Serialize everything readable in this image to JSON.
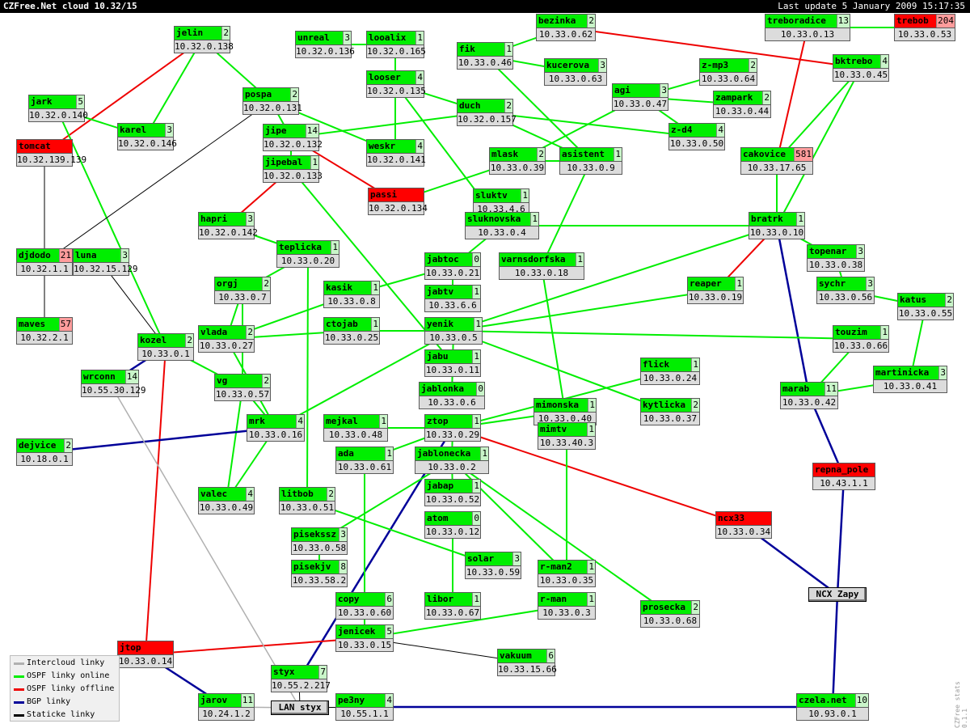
{
  "title": "CZFree.Net cloud 10.32/15",
  "last_update": "Last update 5 January 2009 15:17:35",
  "watermark": "CZFree stats 0.1.1",
  "colors": {
    "ospf_online": "#00ee00",
    "ospf_offline": "#ee0000",
    "bgp": "#000099",
    "intercloud": "#b0b0b0",
    "static": "#000000"
  },
  "legend": [
    {
      "label": "Intercloud linky",
      "type": "intercloud"
    },
    {
      "label": "OSPF linky online",
      "type": "ospf_online"
    },
    {
      "label": "OSPF linky offline",
      "type": "ospf_offline"
    },
    {
      "label": "BGP linky",
      "type": "bgp"
    },
    {
      "label": "Staticke linky",
      "type": "static"
    }
  ],
  "nodes": [
    {
      "id": "jelin",
      "name": "jelin",
      "count": "2",
      "ip": "10.32.0.138"
    },
    {
      "id": "unreal",
      "name": "unreal",
      "count": "3",
      "ip": "10.32.0.136"
    },
    {
      "id": "looalix",
      "name": "looalix",
      "count": "1",
      "ip": "10.32.0.165"
    },
    {
      "id": "fik",
      "name": "fik",
      "count": "1",
      "ip": "10.33.0.46"
    },
    {
      "id": "bezinka",
      "name": "bezinka",
      "count": "2",
      "ip": "10.33.0.62"
    },
    {
      "id": "treboradice",
      "name": "treboradice",
      "count": "13",
      "ip": "10.33.0.13"
    },
    {
      "id": "trebob",
      "name": "trebob",
      "count": "204",
      "ip": "10.33.0.53",
      "status": "offline"
    },
    {
      "id": "kucerova",
      "name": "kucerova",
      "count": "3",
      "ip": "10.33.0.63"
    },
    {
      "id": "zmp3",
      "name": "z-mp3",
      "count": "2",
      "ip": "10.33.0.64"
    },
    {
      "id": "bktrebo",
      "name": "bktrebo",
      "count": "4",
      "ip": "10.33.0.45"
    },
    {
      "id": "looser",
      "name": "looser",
      "count": "4",
      "ip": "10.32.0.135"
    },
    {
      "id": "jark",
      "name": "jark",
      "count": "5",
      "ip": "10.32.0.140"
    },
    {
      "id": "pospa",
      "name": "pospa",
      "count": "2",
      "ip": "10.32.0.131"
    },
    {
      "id": "agi",
      "name": "agi",
      "count": "3",
      "ip": "10.33.0.47"
    },
    {
      "id": "zampark",
      "name": "zampark",
      "count": "2",
      "ip": "10.33.0.44"
    },
    {
      "id": "duch",
      "name": "duch",
      "count": "2",
      "ip": "10.32.0.157"
    },
    {
      "id": "karel",
      "name": "karel",
      "count": "3",
      "ip": "10.32.0.146"
    },
    {
      "id": "jipe",
      "name": "jipe",
      "count": "14",
      "ip": "10.32.0.132"
    },
    {
      "id": "zd4",
      "name": "z-d4",
      "count": "4",
      "ip": "10.33.0.50"
    },
    {
      "id": "tomcat",
      "name": "tomcat",
      "count": "",
      "ip": "10.32.139.139",
      "status": "offline"
    },
    {
      "id": "weskr",
      "name": "weskr",
      "count": "4",
      "ip": "10.32.0.141"
    },
    {
      "id": "mlask",
      "name": "mlask",
      "count": "2",
      "ip": "10.33.0.39"
    },
    {
      "id": "asistent",
      "name": "asistent",
      "count": "1",
      "ip": "10.33.0.9"
    },
    {
      "id": "cakovice",
      "name": "cakovice",
      "count": "581",
      "ip": "10.33.17.65",
      "status": "offline-count"
    },
    {
      "id": "jipebal",
      "name": "jipebal",
      "count": "1",
      "ip": "10.32.0.133"
    },
    {
      "id": "passi",
      "name": "passi",
      "count": "",
      "ip": "10.32.0.134",
      "status": "offline"
    },
    {
      "id": "sluktv",
      "name": "sluktv",
      "count": "1",
      "ip": "10.33.4.6"
    },
    {
      "id": "hapri",
      "name": "hapri",
      "count": "3",
      "ip": "10.32.0.142"
    },
    {
      "id": "sluknovska",
      "name": "sluknovska",
      "count": "1",
      "ip": "10.33.0.4"
    },
    {
      "id": "bratrk",
      "name": "bratrk",
      "count": "1",
      "ip": "10.33.0.10"
    },
    {
      "id": "teplicka",
      "name": "teplicka",
      "count": "1",
      "ip": "10.33.0.20"
    },
    {
      "id": "djdodo",
      "name": "djdodo",
      "count": "21",
      "ip": "10.32.1.1",
      "status": "offline-count"
    },
    {
      "id": "luna",
      "name": "luna",
      "count": "3",
      "ip": "10.32.15.129"
    },
    {
      "id": "jabtoc",
      "name": "jabtoc",
      "count": "0",
      "ip": "10.33.0.21"
    },
    {
      "id": "varnsdorfska",
      "name": "varnsdorfska",
      "count": "1",
      "ip": "10.33.0.18"
    },
    {
      "id": "topenar",
      "name": "topenar",
      "count": "3",
      "ip": "10.33.0.38"
    },
    {
      "id": "orgj",
      "name": "orgj",
      "count": "2",
      "ip": "10.33.0.7"
    },
    {
      "id": "kasik",
      "name": "kasik",
      "count": "1",
      "ip": "10.33.0.8"
    },
    {
      "id": "reaper",
      "name": "reaper",
      "count": "1",
      "ip": "10.33.0.19"
    },
    {
      "id": "sychr",
      "name": "sychr",
      "count": "3",
      "ip": "10.33.0.56"
    },
    {
      "id": "jabtv",
      "name": "jabtv",
      "count": "1",
      "ip": "10.33.6.6"
    },
    {
      "id": "katus",
      "name": "katus",
      "count": "2",
      "ip": "10.33.0.55"
    },
    {
      "id": "maves",
      "name": "maves",
      "count": "57",
      "ip": "10.32.2.1",
      "status": "offline-count"
    },
    {
      "id": "ctojab",
      "name": "ctojab",
      "count": "1",
      "ip": "10.33.0.25"
    },
    {
      "id": "yenik",
      "name": "yenik",
      "count": "1",
      "ip": "10.33.0.5"
    },
    {
      "id": "vlada",
      "name": "vlada",
      "count": "2",
      "ip": "10.33.0.27"
    },
    {
      "id": "touzim",
      "name": "touzim",
      "count": "1",
      "ip": "10.33.0.66"
    },
    {
      "id": "kozel",
      "name": "kozel",
      "count": "2",
      "ip": "10.33.0.1"
    },
    {
      "id": "jabu",
      "name": "jabu",
      "count": "1",
      "ip": "10.33.0.11"
    },
    {
      "id": "flick",
      "name": "flick",
      "count": "1",
      "ip": "10.33.0.24"
    },
    {
      "id": "martinicka",
      "name": "martinicka",
      "count": "3",
      "ip": "10.33.0.41"
    },
    {
      "id": "wrconn",
      "name": "wrconn",
      "count": "14",
      "ip": "10.55.30.129"
    },
    {
      "id": "vg",
      "name": "vg",
      "count": "2",
      "ip": "10.33.0.57"
    },
    {
      "id": "marab",
      "name": "marab",
      "count": "11",
      "ip": "10.33.0.42"
    },
    {
      "id": "jablonka",
      "name": "jablonka",
      "count": "0",
      "ip": "10.33.0.6"
    },
    {
      "id": "kytlicka",
      "name": "kytlicka",
      "count": "2",
      "ip": "10.33.0.37"
    },
    {
      "id": "mimonska",
      "name": "mimonska",
      "count": "1",
      "ip": "10.33.0.40"
    },
    {
      "id": "mrk",
      "name": "mrk",
      "count": "4",
      "ip": "10.33.0.16"
    },
    {
      "id": "mejkal",
      "name": "mejkal",
      "count": "1",
      "ip": "10.33.0.48"
    },
    {
      "id": "ztop",
      "name": "ztop",
      "count": "1",
      "ip": "10.33.0.29"
    },
    {
      "id": "mimtv",
      "name": "mimtv",
      "count": "1",
      "ip": "10.33.40.3"
    },
    {
      "id": "dejvice",
      "name": "dejvice",
      "count": "2",
      "ip": "10.18.0.1"
    },
    {
      "id": "ada",
      "name": "ada",
      "count": "1",
      "ip": "10.33.0.61"
    },
    {
      "id": "jablonecka",
      "name": "jablonecka",
      "count": "1",
      "ip": "10.33.0.2"
    },
    {
      "id": "repnapole",
      "name": "repna_pole",
      "count": "",
      "ip": "10.43.1.1",
      "status": "offline"
    },
    {
      "id": "valec",
      "name": "valec",
      "count": "4",
      "ip": "10.33.0.49"
    },
    {
      "id": "litbob",
      "name": "litbob",
      "count": "2",
      "ip": "10.33.0.51"
    },
    {
      "id": "jabap",
      "name": "jabap",
      "count": "1",
      "ip": "10.33.0.52"
    },
    {
      "id": "ncx33",
      "name": "ncx33",
      "count": "",
      "ip": "10.33.0.34",
      "status": "offline"
    },
    {
      "id": "atom",
      "name": "atom",
      "count": "0",
      "ip": "10.33.0.12"
    },
    {
      "id": "pisekssz",
      "name": "pisekssz",
      "count": "3",
      "ip": "10.33.0.58"
    },
    {
      "id": "solar",
      "name": "solar",
      "count": "3",
      "ip": "10.33.0.59"
    },
    {
      "id": "pisekjv",
      "name": "pisekjv",
      "count": "8",
      "ip": "10.33.58.2"
    },
    {
      "id": "rman2",
      "name": "r-man2",
      "count": "1",
      "ip": "10.33.0.35"
    },
    {
      "id": "copy",
      "name": "copy",
      "count": "6",
      "ip": "10.33.0.60"
    },
    {
      "id": "libor",
      "name": "libor",
      "count": "1",
      "ip": "10.33.0.67"
    },
    {
      "id": "rman",
      "name": "r-man",
      "count": "1",
      "ip": "10.33.0.3"
    },
    {
      "id": "prosecka",
      "name": "prosecka",
      "count": "2",
      "ip": "10.33.0.68"
    },
    {
      "id": "jenicek",
      "name": "jenicek",
      "count": "5",
      "ip": "10.33.0.15"
    },
    {
      "id": "jtop",
      "name": "jtop",
      "count": "",
      "ip": "10.33.0.14",
      "status": "offline"
    },
    {
      "id": "vakuum",
      "name": "vakuum",
      "count": "6",
      "ip": "10.33.15.66"
    },
    {
      "id": "styx",
      "name": "styx",
      "count": "7",
      "ip": "10.55.2.217"
    },
    {
      "id": "jarov",
      "name": "jarov",
      "count": "11",
      "ip": "10.24.1.2"
    },
    {
      "id": "pe3ny",
      "name": "pe3ny",
      "count": "4",
      "ip": "10.55.1.1"
    },
    {
      "id": "czelanet",
      "name": "czela.net",
      "count": "10",
      "ip": "10.93.0.1"
    }
  ],
  "boxes": [
    {
      "id": "ncxzapy",
      "label": "NCX Zapy"
    },
    {
      "id": "lanstyx",
      "label": "LAN styx"
    }
  ],
  "edges": [
    {
      "from": "jelin",
      "to": "pospa",
      "type": "ospf_online"
    },
    {
      "from": "jelin",
      "to": "karel",
      "type": "ospf_online"
    },
    {
      "from": "jelin",
      "to": "tomcat",
      "type": "ospf_offline"
    },
    {
      "from": "jark",
      "to": "karel",
      "type": "ospf_online"
    },
    {
      "from": "jark",
      "to": "kozel",
      "type": "ospf_online"
    },
    {
      "from": "pospa",
      "to": "jipe",
      "type": "ospf_online"
    },
    {
      "from": "pospa",
      "to": "weskr",
      "type": "ospf_online"
    },
    {
      "from": "pospa",
      "to": "djdodo",
      "type": "static"
    },
    {
      "from": "unreal",
      "to": "looalix",
      "type": "ospf_online"
    },
    {
      "from": "looalix",
      "to": "looser",
      "type": "ospf_online"
    },
    {
      "from": "looser",
      "to": "weskr",
      "type": "ospf_online"
    },
    {
      "from": "looser",
      "to": "duch",
      "type": "ospf_online"
    },
    {
      "from": "looser",
      "to": "sluknovska",
      "type": "ospf_online"
    },
    {
      "from": "jipe",
      "to": "duch",
      "type": "ospf_online"
    },
    {
      "from": "jipe",
      "to": "jipebal",
      "type": "ospf_online"
    },
    {
      "from": "jipe",
      "to": "passi",
      "type": "ospf_offline"
    },
    {
      "from": "duch",
      "to": "zd4",
      "type": "ospf_online"
    },
    {
      "from": "duch",
      "to": "asistent",
      "type": "ospf_online"
    },
    {
      "from": "fik",
      "to": "bezinka",
      "type": "ospf_online"
    },
    {
      "from": "fik",
      "to": "kucerova",
      "type": "ospf_online"
    },
    {
      "from": "fik",
      "to": "asistent",
      "type": "ospf_online"
    },
    {
      "from": "bezinka",
      "to": "bktrebo",
      "type": "ospf_offline"
    },
    {
      "from": "treboradice",
      "to": "trebob",
      "type": "ospf_online"
    },
    {
      "from": "treboradice",
      "to": "cakovice",
      "type": "ospf_offline"
    },
    {
      "from": "bktrebo",
      "to": "cakovice",
      "type": "ospf_online"
    },
    {
      "from": "bktrebo",
      "to": "bratrk",
      "type": "ospf_online"
    },
    {
      "from": "agi",
      "to": "zmp3",
      "type": "ospf_online"
    },
    {
      "from": "agi",
      "to": "zampark",
      "type": "ospf_online"
    },
    {
      "from": "agi",
      "to": "zd4",
      "type": "ospf_online"
    },
    {
      "from": "agi",
      "to": "mlask",
      "type": "ospf_online"
    },
    {
      "from": "mlask",
      "to": "passi",
      "type": "ospf_online"
    },
    {
      "from": "mlask",
      "to": "asistent",
      "type": "ospf_online"
    },
    {
      "from": "asistent",
      "to": "varnsdorfska",
      "type": "ospf_online"
    },
    {
      "from": "cakovice",
      "to": "bratrk",
      "type": "ospf_online"
    },
    {
      "from": "jipebal",
      "to": "hapri",
      "type": "ospf_offline"
    },
    {
      "from": "jipebal",
      "to": "jabu",
      "type": "ospf_online"
    },
    {
      "from": "sluktv",
      "to": "sluknovska",
      "type": "ospf_online"
    },
    {
      "from": "sluknovska",
      "to": "bratrk",
      "type": "ospf_online"
    },
    {
      "from": "sluknovska",
      "to": "jabtoc",
      "type": "ospf_online"
    },
    {
      "from": "bratrk",
      "to": "topenar",
      "type": "ospf_online"
    },
    {
      "from": "bratrk",
      "to": "reaper",
      "type": "ospf_offline"
    },
    {
      "from": "bratrk",
      "to": "yenik",
      "type": "ospf_online"
    },
    {
      "from": "bratrk",
      "to": "marab",
      "type": "bgp"
    },
    {
      "from": "teplicka",
      "to": "hapri",
      "type": "ospf_online"
    },
    {
      "from": "teplicka",
      "to": "orgj",
      "type": "ospf_online"
    },
    {
      "from": "teplicka",
      "to": "litbob",
      "type": "ospf_online"
    },
    {
      "from": "luna",
      "to": "kozel",
      "type": "static"
    },
    {
      "from": "djdodo",
      "to": "maves",
      "type": "static"
    },
    {
      "from": "tomcat",
      "to": "djdodo",
      "type": "static"
    },
    {
      "from": "jabtoc",
      "to": "kasik",
      "type": "ospf_online"
    },
    {
      "from": "jabtoc",
      "to": "jabtv",
      "type": "ospf_online"
    },
    {
      "from": "varnsdorfska",
      "to": "mimonska",
      "type": "ospf_online"
    },
    {
      "from": "topenar",
      "to": "sychr",
      "type": "ospf_online"
    },
    {
      "from": "sychr",
      "to": "katus",
      "type": "ospf_online"
    },
    {
      "from": "katus",
      "to": "martinicka",
      "type": "ospf_online"
    },
    {
      "from": "reaper",
      "to": "yenik",
      "type": "ospf_online"
    },
    {
      "from": "orgj",
      "to": "vlada",
      "type": "ospf_online"
    },
    {
      "from": "orgj",
      "to": "vg",
      "type": "ospf_online"
    },
    {
      "from": "kasik",
      "to": "vlada",
      "type": "ospf_online"
    },
    {
      "from": "ctojab",
      "to": "vlada",
      "type": "ospf_online"
    },
    {
      "from": "ctojab",
      "to": "yenik",
      "type": "ospf_online"
    },
    {
      "from": "yenik",
      "to": "touzim",
      "type": "ospf_online"
    },
    {
      "from": "yenik",
      "to": "kytlicka",
      "type": "ospf_online"
    },
    {
      "from": "yenik",
      "to": "mrk",
      "type": "ospf_online"
    },
    {
      "from": "yenik",
      "to": "jablonka",
      "type": "ospf_online"
    },
    {
      "from": "touzim",
      "to": "marab",
      "type": "ospf_online"
    },
    {
      "from": "marab",
      "to": "martinicka",
      "type": "ospf_online"
    },
    {
      "from": "marab",
      "to": "repnapole",
      "type": "bgp"
    },
    {
      "from": "kozel",
      "to": "vg",
      "type": "ospf_online"
    },
    {
      "from": "kozel",
      "to": "wrconn",
      "type": "bgp"
    },
    {
      "from": "kozel",
      "to": "jtop",
      "type": "ospf_offline"
    },
    {
      "from": "vlada",
      "to": "mrk",
      "type": "ospf_online"
    },
    {
      "from": "vg",
      "to": "mrk",
      "type": "ospf_online"
    },
    {
      "from": "vg",
      "to": "valec",
      "type": "ospf_online"
    },
    {
      "from": "mrk",
      "to": "valec",
      "type": "ospf_online"
    },
    {
      "from": "mrk",
      "to": "dejvice",
      "type": "bgp"
    },
    {
      "from": "jabu",
      "to": "jablonka",
      "type": "ospf_online"
    },
    {
      "from": "flick",
      "to": "ztop",
      "type": "ospf_online"
    },
    {
      "from": "mimonska",
      "to": "ztop",
      "type": "ospf_online"
    },
    {
      "from": "mimonska",
      "to": "mimtv",
      "type": "ospf_online"
    },
    {
      "from": "mejkal",
      "to": "ztop",
      "type": "ospf_online"
    },
    {
      "from": "ztop",
      "to": "ada",
      "type": "ospf_online"
    },
    {
      "from": "ztop",
      "to": "jablonecka",
      "type": "ospf_online"
    },
    {
      "from": "ztop",
      "to": "ncx33",
      "type": "ospf_offline"
    },
    {
      "from": "ztop",
      "to": "styx",
      "type": "bgp"
    },
    {
      "from": "jablonecka",
      "to": "jabap",
      "type": "ospf_online"
    },
    {
      "from": "jablonecka",
      "to": "pisekssz",
      "type": "ospf_online"
    },
    {
      "from": "jablonecka",
      "to": "rman2",
      "type": "ospf_online"
    },
    {
      "from": "jablonecka",
      "to": "prosecka",
      "type": "ospf_online"
    },
    {
      "from": "mimtv",
      "to": "rman2",
      "type": "ospf_online"
    },
    {
      "from": "litbob",
      "to": "solar",
      "type": "ospf_online"
    },
    {
      "from": "ada",
      "to": "copy",
      "type": "ospf_online"
    },
    {
      "from": "atom",
      "to": "libor",
      "type": "ospf_online"
    },
    {
      "from": "pisekssz",
      "to": "pisekjv",
      "type": "ospf_online"
    },
    {
      "from": "rman",
      "to": "jenicek",
      "type": "ospf_online"
    },
    {
      "from": "jenicek",
      "to": "jtop",
      "type": "ospf_offline"
    },
    {
      "from": "jenicek",
      "to": "vakuum",
      "type": "static"
    },
    {
      "from": "copy",
      "to": "jenicek",
      "type": "ospf_online"
    },
    {
      "from": "jtop",
      "to": "jarov",
      "type": "bgp"
    },
    {
      "from": "wrconn",
      "to": "lanstyx",
      "type": "intercloud"
    },
    {
      "from": "styx",
      "to": "lanstyx",
      "type": "static"
    },
    {
      "from": "jarov",
      "to": "lanstyx",
      "type": "intercloud"
    },
    {
      "from": "lanstyx",
      "to": "pe3ny",
      "type": "static"
    },
    {
      "from": "pe3ny",
      "to": "czelanet",
      "type": "bgp"
    },
    {
      "from": "ncx33",
      "to": "ncxzapy",
      "type": "bgp"
    },
    {
      "from": "repnapole",
      "to": "ncxzapy",
      "type": "bgp"
    },
    {
      "from": "ncxzapy",
      "to": "czelanet",
      "type": "bgp"
    }
  ]
}
